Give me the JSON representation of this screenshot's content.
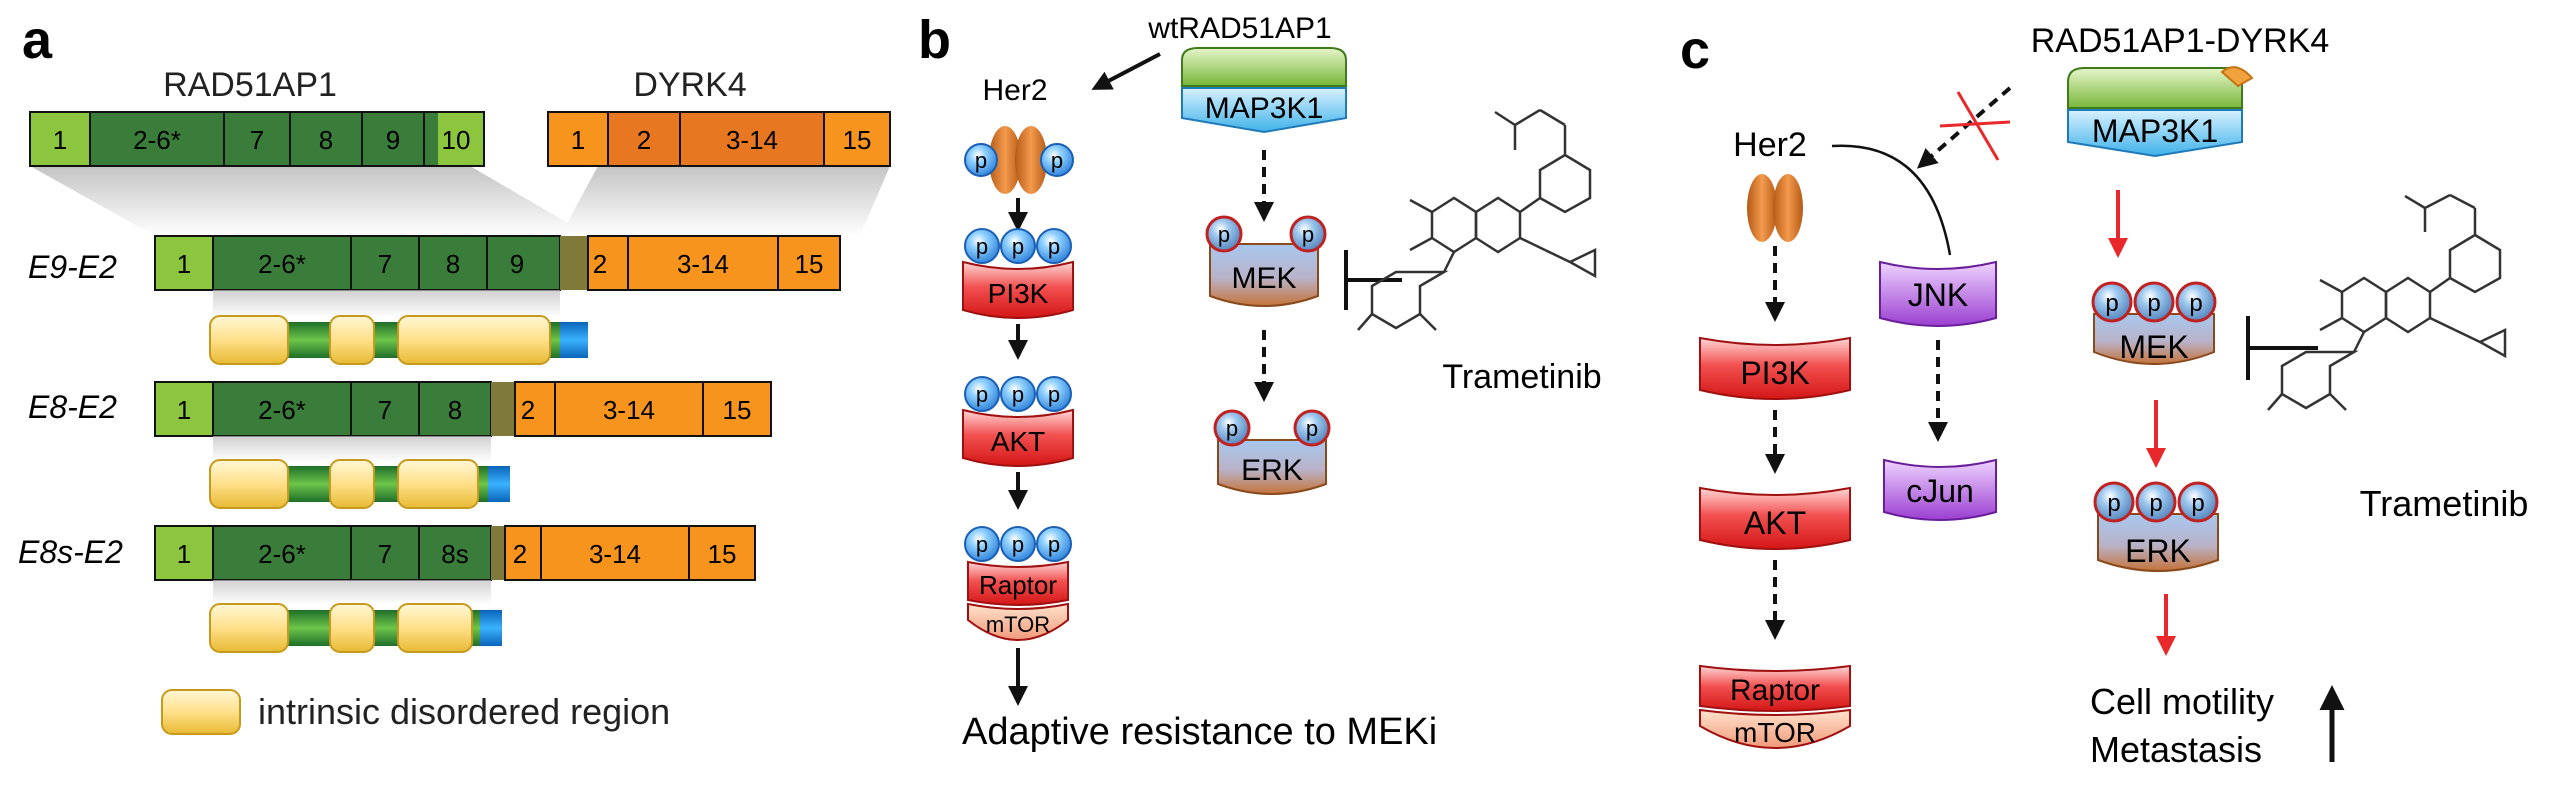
{
  "panels": {
    "a": {
      "label": "a",
      "gene1": "RAD51AP1",
      "gene2": "DYRK4",
      "exons_rad": [
        "1",
        "2-6*",
        "7",
        "8",
        "9",
        "10"
      ],
      "exons_dyrk": [
        "1",
        "2",
        "3-14",
        "15"
      ],
      "fusions": [
        {
          "name": "E9-E2",
          "rad": [
            "1",
            "2-6*",
            "7",
            "8",
            "9"
          ],
          "dyrk": [
            "2",
            "3-14",
            "15"
          ]
        },
        {
          "name": "E8-E2",
          "rad": [
            "1",
            "2-6*",
            "7",
            "8"
          ],
          "dyrk": [
            "2",
            "3-14",
            "15"
          ]
        },
        {
          "name": "E8s-E2",
          "rad": [
            "1",
            "2-6*",
            "7",
            "8s"
          ],
          "dyrk": [
            "2",
            "3-14",
            "15"
          ]
        }
      ],
      "legend": "intrinsic disordered region"
    },
    "b": {
      "label": "b",
      "wt": "wtRAD51AP1",
      "her2": "Her2",
      "p": "p",
      "pi3k": "PI3K",
      "akt": "AKT",
      "raptor": "Raptor",
      "mtor": "mTOR",
      "map3k1": "MAP3K1",
      "mek": "MEK",
      "erk": "ERK",
      "drug": "Trametinib",
      "caption": "Adaptive resistance to MEKi"
    },
    "c": {
      "label": "c",
      "fusion": "RAD51AP1-DYRK4",
      "her2": "Her2",
      "pi3k": "PI3K",
      "akt": "AKT",
      "raptor": "Raptor",
      "mtor": "mTOR",
      "jnk": "JNK",
      "cjun": "cJun",
      "map3k1": "MAP3K1",
      "mek": "MEK",
      "erk": "ERK",
      "drug": "Trametinib",
      "out1": "Cell motility",
      "out2": "Metastasis",
      "p": "p"
    }
  },
  "colors": {
    "green_light": "#8cc63f",
    "green_dark": "#3a7d3a",
    "orange": "#f7941d",
    "orange_dark": "#e87722",
    "red_box": "#e8282a",
    "blue_p": "#4da6ff",
    "purple": "#9b4dca",
    "inhibit_red": "#e8282a"
  }
}
